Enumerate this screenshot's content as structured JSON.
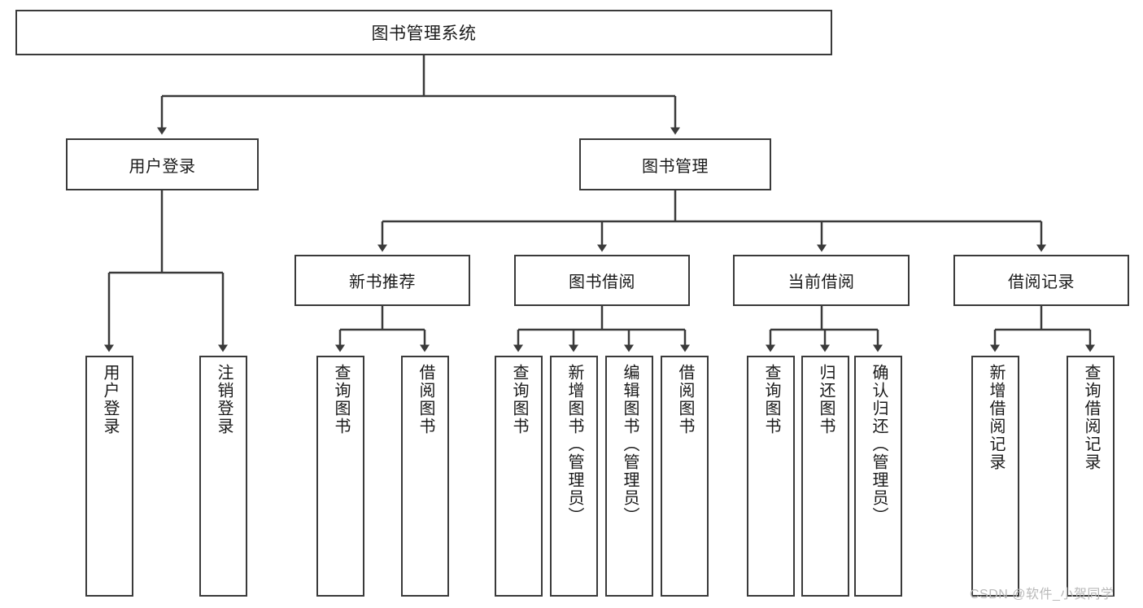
{
  "diagram": {
    "title": "图书管理系统",
    "root": {
      "label": "图书管理系统"
    },
    "level2": [
      {
        "label": "用户登录"
      },
      {
        "label": "图书管理"
      }
    ],
    "level3": [
      {
        "label": "新书推荐"
      },
      {
        "label": "图书借阅"
      },
      {
        "label": "当前借阅"
      },
      {
        "label": "借阅记录"
      }
    ],
    "leaves": {
      "user_login": [
        {
          "label": "用户登录"
        },
        {
          "label": "注销登录"
        }
      ],
      "new_book_recommend": [
        {
          "label": "查询图书"
        },
        {
          "label": "借阅图书"
        }
      ],
      "book_borrow": [
        {
          "label": "查询图书"
        },
        {
          "label": "新增图书（管理员）"
        },
        {
          "label": "编辑图书（管理员）"
        },
        {
          "label": "借阅图书"
        }
      ],
      "current_borrow": [
        {
          "label": "查询图书"
        },
        {
          "label": "归还图书"
        },
        {
          "label": "确认归还（管理员）"
        }
      ],
      "borrow_record": [
        {
          "label": "新增借阅记录"
        },
        {
          "label": "查询借阅记录"
        }
      ]
    }
  },
  "watermark": {
    "text": "CSDN @软件_小贺同学"
  },
  "colors": {
    "stroke": "#3a3a3a",
    "box_fill": "#ffffff",
    "text": "#1a1a1a",
    "watermark": "#b9b9b9",
    "background": "#ffffff"
  }
}
